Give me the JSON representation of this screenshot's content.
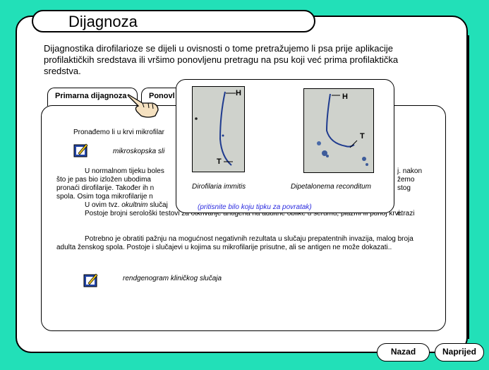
{
  "title": "Dijagnoza",
  "intro": "Dijagnostika dirofilarioze se dijeli u ovisnosti o tome pretražujemo li psa prije aplikacije profilaktičkih sredstava ili vršimo ponovljenu pretragu na psu koji već prima profilaktička sredstva.",
  "tabs": [
    "Primarna dijagnoza",
    "Ponovl"
  ],
  "content": {
    "line1": "Pronađemo li u krvi mikrofilar",
    "link1": "mikroskopska sli",
    "para1_a": "U normalnom tijeku boles",
    "para1_b": "što je pas bio izložen ubodima",
    "para1_c": "pronaći dirofilarije. Također ih n",
    "para1_d": "spola. Osim toga mikrofilarije n",
    "para1_e_pre": "U ovim tvz.",
    "para1_e_em": "okultnim",
    "para1_e_post": "slučaj",
    "right1": "j. nakon",
    "right2": "žemo",
    "right3": "stog",
    "right4": "etrazi",
    "para2": "Postoje brojni serološki testovi za otkrivanje antigena na adultne oblike u serumu, plazmi ili punoj krvi.",
    "para3": "Potrebno je obratiti pažnju na mogućnost negativnih rezultata u slučaju prepatentnih invazija, malog broja adulta ženskog spola. Postoje i slučajevi u kojima su mikrofilarije prisutne, ali se antigen ne može dokazati..",
    "link2": "rendgenogram kliničkog slučaja"
  },
  "popup": {
    "caption_left": "Dirofilaria immitis",
    "caption_right": "Dipetalonema reconditum",
    "label_h": "H",
    "label_t": "T",
    "hint": "(pritisnite bilo koju tipku za povratak)"
  },
  "nav": {
    "back": "Nazad",
    "next": "Naprijed"
  },
  "colors": {
    "background": "#22e0b8",
    "hint": "#2a2adf"
  },
  "icons": [
    "hand-pointer-icon",
    "microscope-link-icon",
    "xray-link-icon"
  ]
}
